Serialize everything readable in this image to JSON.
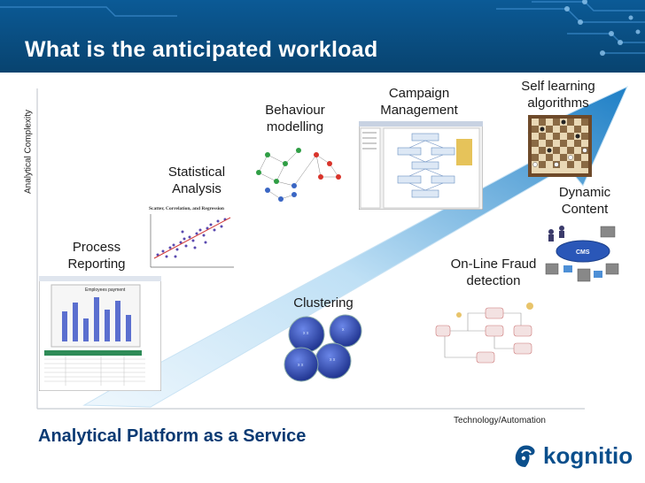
{
  "slide": {
    "title": "What is the anticipated workload",
    "y_axis_label": "Analytical Complexity",
    "x_axis_label": "Technology/Automation",
    "footer": "Analytical Platform as a Service"
  },
  "stages": [
    {
      "label_line1": "Process",
      "label_line2": "Reporting"
    },
    {
      "label_line1": "Statistical",
      "label_line2": "Analysis"
    },
    {
      "label_line1": "Behaviour",
      "label_line2": "modelling"
    },
    {
      "label_line1": "Clustering",
      "label_line2": ""
    },
    {
      "label_line1": "Campaign",
      "label_line2": "Management"
    },
    {
      "label_line1": "Self learning",
      "label_line2": "algorithms"
    },
    {
      "label_line1": "On-Line Fraud",
      "label_line2": "detection"
    },
    {
      "label_line1": "Dynamic",
      "label_line2": "Content"
    }
  ],
  "thumbnails": {
    "reporting_title": "Employees payment",
    "scatter_title": "Scatter, Correlation, and Regression",
    "cms_label": "CMS"
  },
  "brand": {
    "name": "kognitio",
    "primary": "#0b5a96",
    "footer_color": "#0a3a73",
    "arrow_light": "#cfe8f7",
    "arrow_dark": "#1e7fc6"
  }
}
